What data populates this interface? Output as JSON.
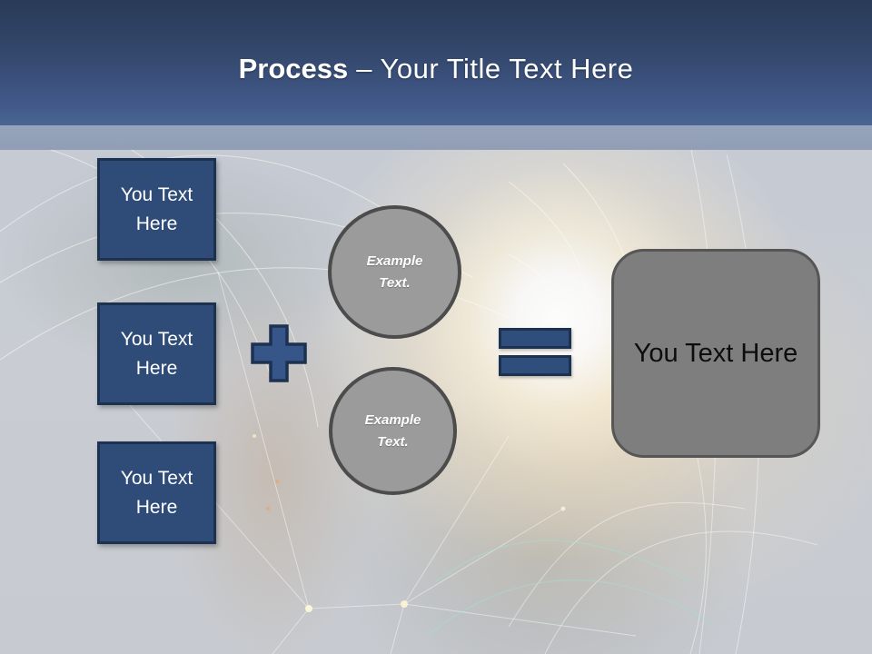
{
  "header": {
    "title_bold": "Process",
    "title_rest": "– Your Title Text Here"
  },
  "process": {
    "input_boxes": [
      {
        "label": "You Text Here"
      },
      {
        "label": "You Text Here"
      },
      {
        "label": "You Text Here"
      }
    ],
    "operators": {
      "plus": "plus-icon",
      "equals": "equals-icon"
    },
    "example_circles": [
      {
        "label": "Example Text."
      },
      {
        "label": "Example Text."
      }
    ],
    "result_box": {
      "label": "You Text Here"
    }
  },
  "colors": {
    "header_blue_top": "#2a3a58",
    "header_blue_bottom": "#4a6592",
    "accent_band": "#8f9db6",
    "shape_blue_fill": "#2f4c78",
    "shape_blue_border": "#1d3151",
    "circle_gray_fill": "#9b9b9b",
    "circle_gray_border": "#4c4c4c",
    "result_gray_fill": "#7e7e7e",
    "result_gray_border": "#565656",
    "background_light": "#c9cdd3",
    "glow_warm": "#ffeccd"
  }
}
